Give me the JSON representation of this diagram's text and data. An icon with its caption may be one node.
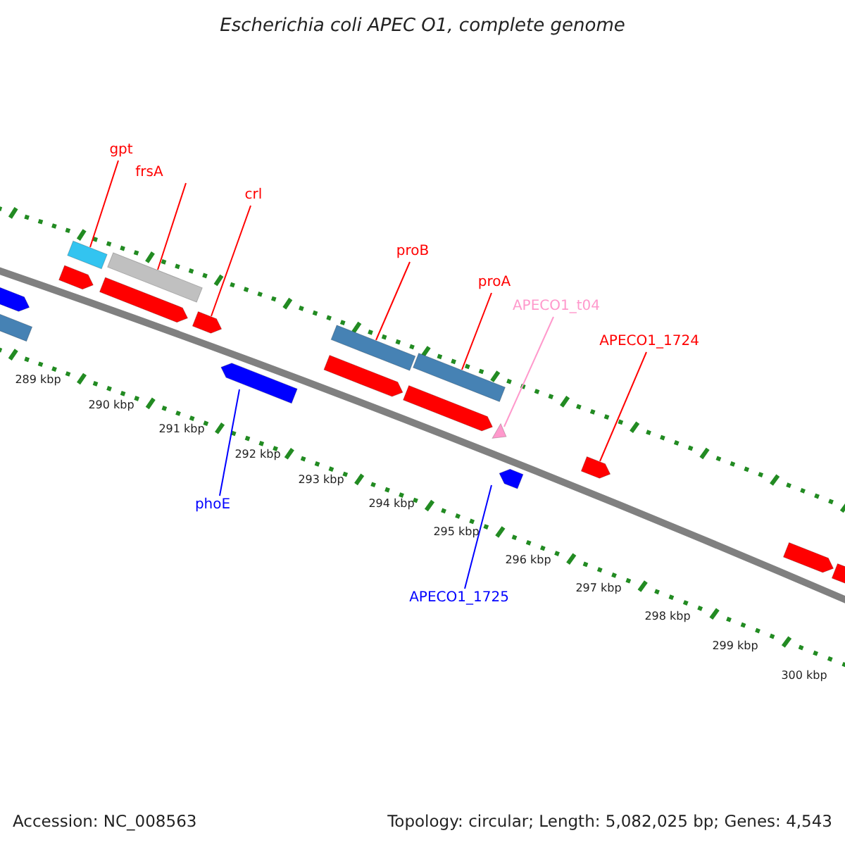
{
  "diagram": {
    "title": "Escherichia coli APEC O1, complete genome",
    "nodes": [
      {
        "text": [
          "gpt"
        ]
      },
      {
        "text": [
          "frsA"
        ]
      },
      {
        "text": [
          "crl"
        ]
      },
      {
        "text": [
          "proB"
        ]
      },
      {
        "text": [
          "proA"
        ]
      },
      {
        "text": [
          "APECO1_t04"
        ]
      },
      {
        "text": [
          "APECO1_1724"
        ]
      },
      {
        "text": [
          "phoE"
        ]
      },
      {
        "text": [
          "APECO1_1725"
        ]
      },
      {
        "text": [],
        "shape": "pentagon"
      },
      {
        "text": [],
        "shape": "bar"
      },
      {
        "text": [],
        "shape": "pentagon"
      },
      {
        "text": [],
        "shape": "bar"
      },
      {
        "text": [],
        "shape": "pentagon"
      },
      {
        "text": [],
        "shape": "bar"
      },
      {
        "text": [],
        "shape": "pentagon"
      },
      {
        "text": [],
        "shape": "pentagon"
      },
      {
        "text": [],
        "shape": "pentagon"
      },
      {
        "text": [],
        "shape": "bar"
      },
      {
        "text": [],
        "shape": "pentagon"
      },
      {
        "text": [],
        "shape": "bar"
      },
      {
        "text": [],
        "shape": "triangle"
      },
      {
        "text": [],
        "shape": "pentagon"
      },
      {
        "text": [],
        "shape": "pentagon"
      },
      {
        "text": [],
        "shape": "pentagon"
      },
      {
        "text": [],
        "shape": "pentagon"
      }
    ],
    "edges": [
      {
        "from": 0,
        "to": 12,
        "arrow": "none"
      },
      {
        "from": 1,
        "to": 14,
        "arrow": "none"
      },
      {
        "from": 2,
        "to": 15,
        "arrow": "none"
      },
      {
        "from": 3,
        "to": 18,
        "arrow": "none"
      },
      {
        "from": 4,
        "to": 20,
        "arrow": "none"
      },
      {
        "from": 5,
        "to": 21,
        "arrow": "none",
        "color": "#ff99cc"
      },
      {
        "from": 6,
        "to": 23,
        "arrow": "none"
      },
      {
        "from": 7,
        "to": 16,
        "arrow": "none",
        "color": "#0000ff"
      },
      {
        "from": 8,
        "to": 22,
        "arrow": "none",
        "color": "#0000ff"
      }
    ],
    "labels": [
      "289 kbp",
      "290 kbp",
      "291 kbp",
      "292 kbp",
      "293 kbp",
      "294 kbp",
      "295 kbp",
      "296 kbp",
      "297 kbp",
      "298 kbp",
      "299 kbp",
      "300 kbp",
      "Accession: NC_008563",
      "Topology: circular; Length: 5,082,025 bp; Genes: 4,543"
    ]
  }
}
